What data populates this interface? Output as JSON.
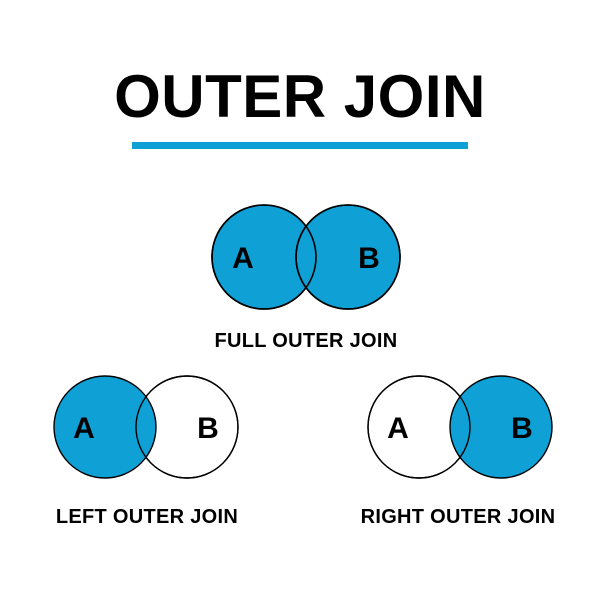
{
  "page": {
    "background": "#ffffff",
    "title": "OUTER JOIN",
    "accent_color": "#0FA0D5",
    "outline_color": "#000000",
    "text_color": "#000000"
  },
  "diagrams": [
    {
      "id": "full-outer-join",
      "caption": "FULL OUTER JOIN",
      "label_a": "A",
      "label_b": "B",
      "a_filled": true,
      "b_filled": true,
      "intersection_filled": true
    },
    {
      "id": "left-outer-join",
      "caption": "LEFT OUTER JOIN",
      "label_a": "A",
      "label_b": "B",
      "a_filled": true,
      "b_filled": false,
      "intersection_filled": true
    },
    {
      "id": "right-outer-join",
      "caption": "RIGHT OUTER JOIN",
      "label_a": "A",
      "label_b": "B",
      "a_filled": false,
      "b_filled": true,
      "intersection_filled": true
    }
  ]
}
